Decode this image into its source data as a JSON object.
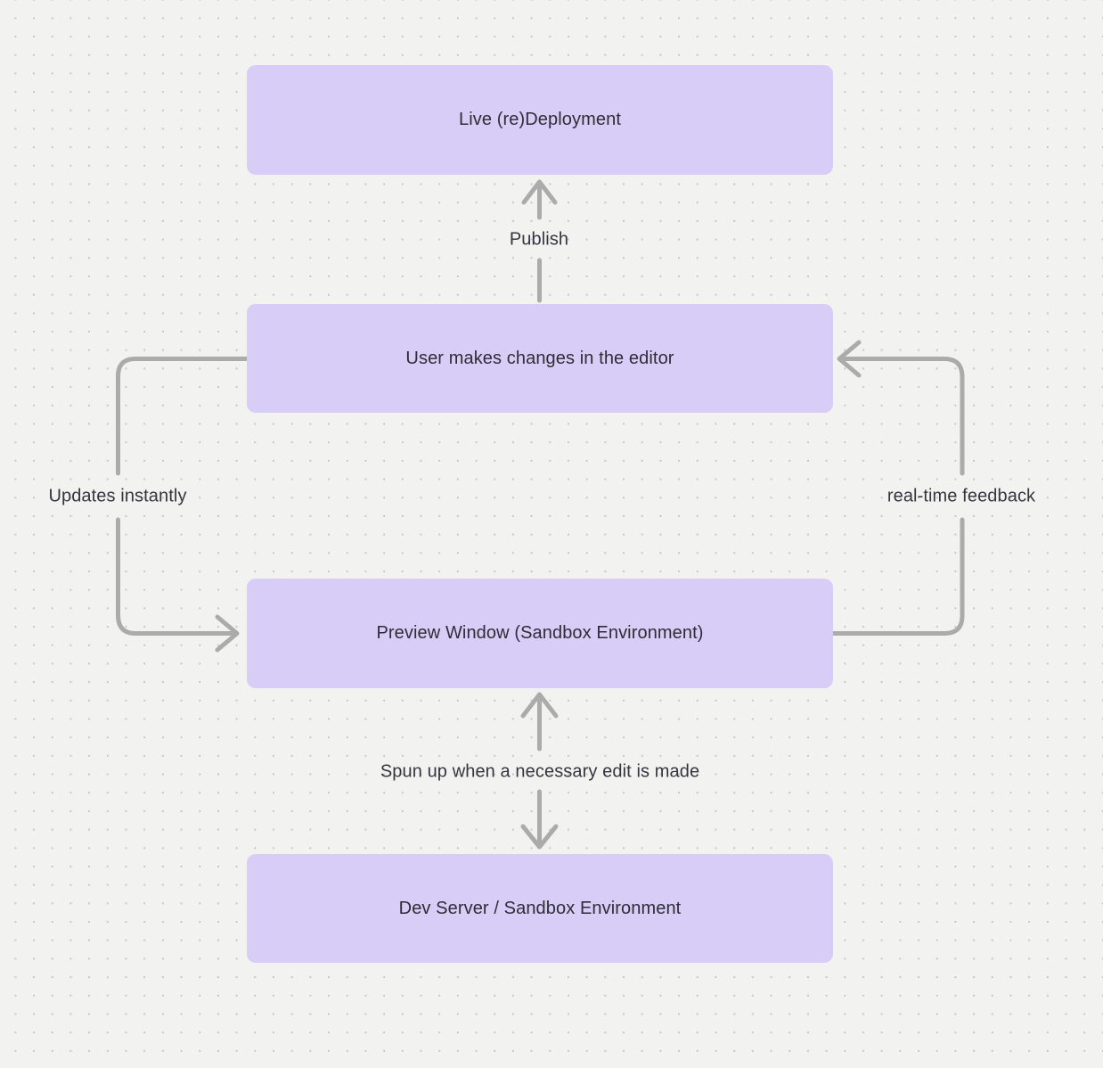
{
  "colors": {
    "background": "#f2f2f1",
    "grid_dot": "#c6c6c6",
    "node_fill": "#d7cdf6",
    "node_text": "#2e2d36",
    "connector": "#ababab",
    "label_text": "#36353e"
  },
  "diagram": {
    "nodes": [
      {
        "id": "live-redeployment",
        "label": "Live (re)Deployment"
      },
      {
        "id": "user-editor",
        "label": "User makes changes in the editor"
      },
      {
        "id": "preview-window",
        "label": "Preview Window (Sandbox Environment)"
      },
      {
        "id": "dev-server",
        "label": "Dev Server / Sandbox Environment"
      }
    ],
    "edges": [
      {
        "id": "publish",
        "label": "Publish",
        "from": "user-editor",
        "to": "live-redeployment",
        "direction": "up"
      },
      {
        "id": "updates-instantly",
        "label": "Updates instantly",
        "from": "user-editor",
        "to": "preview-window",
        "direction": "left-loop-down"
      },
      {
        "id": "real-time-feedback",
        "label": "real-time feedback",
        "from": "preview-window",
        "to": "user-editor",
        "direction": "right-loop-up"
      },
      {
        "id": "spun-up",
        "label": "Spun up when a necessary edit is made",
        "from": "preview-window",
        "to": "dev-server",
        "direction": "bidirectional"
      }
    ]
  }
}
